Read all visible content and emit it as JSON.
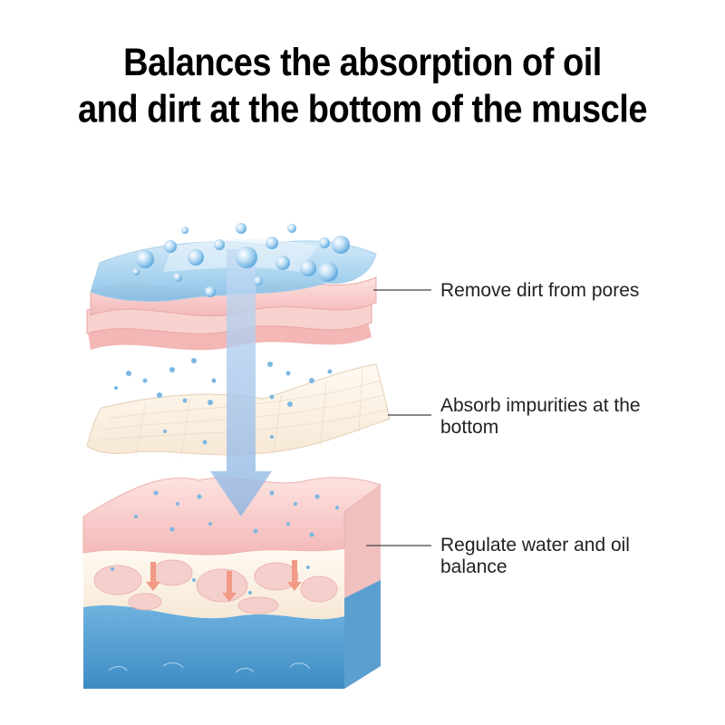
{
  "headline": {
    "line1": "Balances the absorption of oil",
    "line2": "and dirt at the bottom of the muscle"
  },
  "callouts": [
    {
      "lines": [
        "Remove dirt from pores"
      ]
    },
    {
      "lines": [
        "Absorb impurities at the",
        "bottom"
      ]
    },
    {
      "lines": [
        "Regulate water and oil",
        "balance"
      ]
    }
  ],
  "colors": {
    "water_blue": "#8fc8ea",
    "skin_pink": "#f6c4c4",
    "cream": "#fdf3e3",
    "deep_blue": "#4f9cd0",
    "arrow_blue": "#9fc2e8",
    "arrow_red": "#f19a86"
  }
}
